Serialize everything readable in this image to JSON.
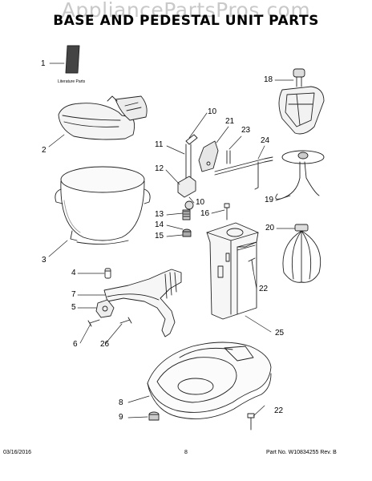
{
  "watermark": "AppliancePartsPros.com",
  "title": "BASE AND PEDESTAL UNIT PARTS",
  "literature_label": "Literature Parts",
  "footer": {
    "date": "03/16/2016",
    "page": "8",
    "part_no": "Part No. W10834255  Rev. B"
  },
  "callouts": {
    "c1": "1",
    "c2": "2",
    "c3": "3",
    "c4": "4",
    "c5": "5",
    "c6": "6",
    "c7": "7",
    "c8": "8",
    "c9": "9",
    "c10a": "10",
    "c10b": "10",
    "c11": "11",
    "c12": "12",
    "c13": "13",
    "c14": "14",
    "c15": "15",
    "c16": "16",
    "c18": "18",
    "c19": "19",
    "c20": "20",
    "c21": "21",
    "c22a": "22",
    "c22b": "22",
    "c23": "23",
    "c24": "24",
    "c25": "25",
    "c26": "26"
  }
}
